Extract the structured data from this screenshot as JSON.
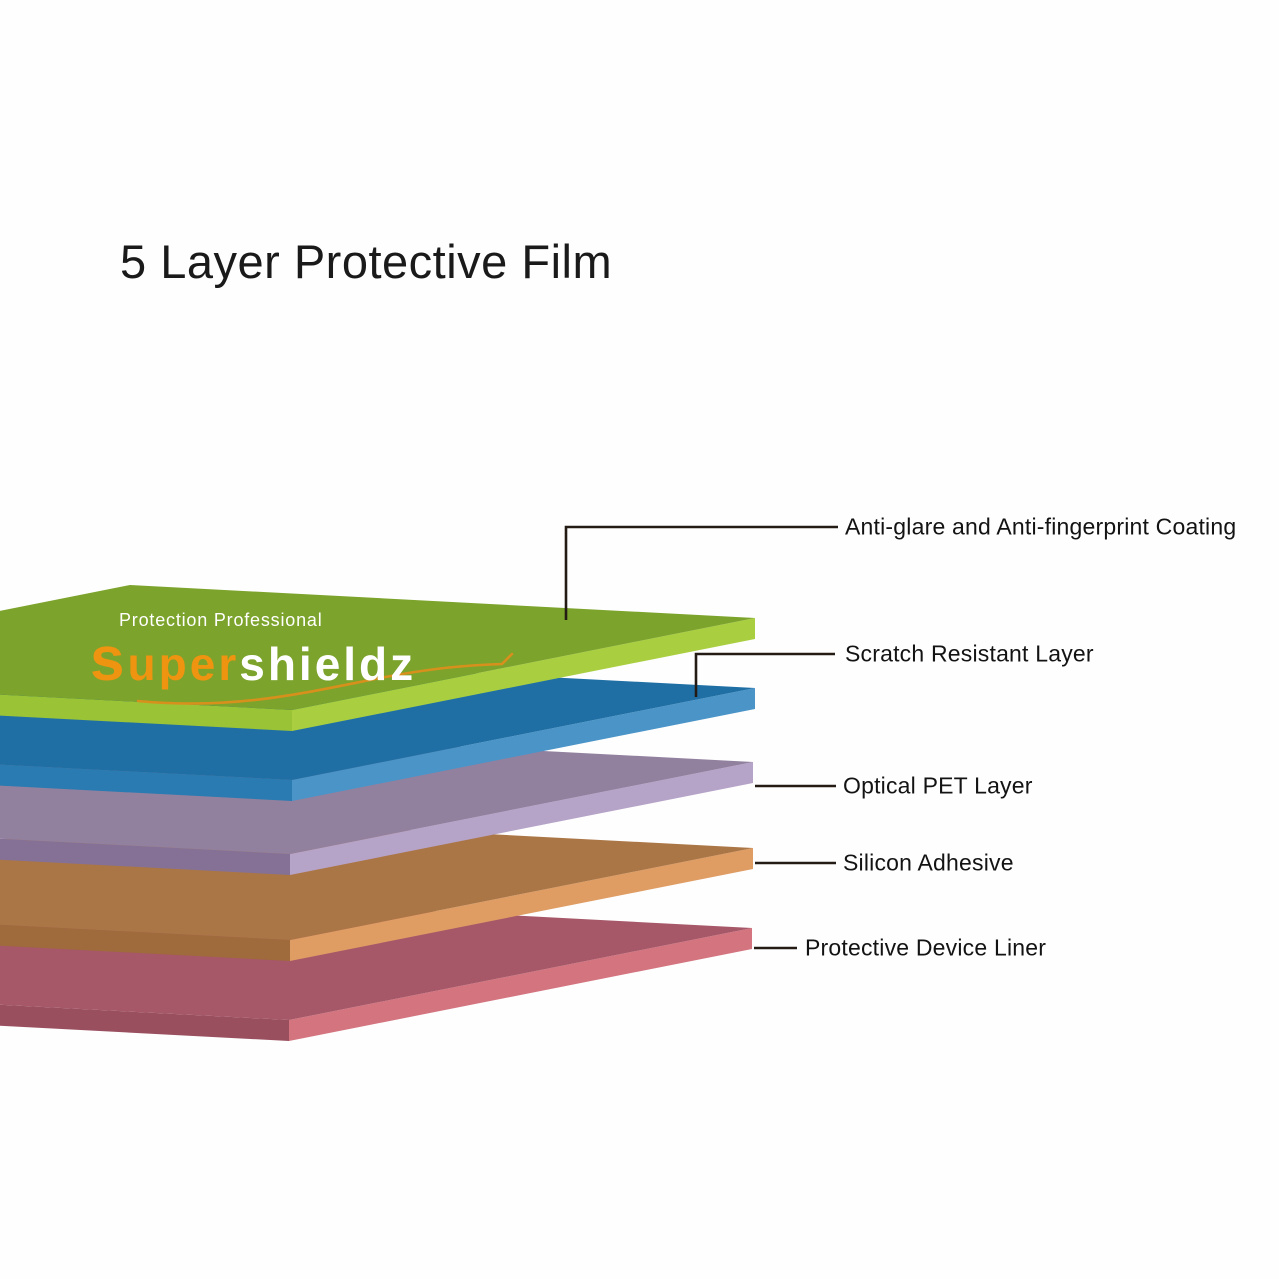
{
  "title": "5 Layer Protective Film",
  "logo": {
    "tagline": "Protection Professional",
    "brand_super": "super",
    "brand_shieldz": "shieldz",
    "super_color": "#ee9410",
    "shieldz_color": "#ffffff",
    "swoosh_color": "#d8901d"
  },
  "callout_line_color": "#241c14",
  "layers": [
    {
      "label": "Anti-glare and Anti-fingerprint Coating",
      "colors": {
        "top": "#7ca32b",
        "left": "#9ac336",
        "right": "#a9cf40"
      }
    },
    {
      "label": "Scratch Resistant Layer",
      "colors": {
        "top": "#1f6fa5",
        "left": "#2a7bb1",
        "right": "#4a94c8"
      }
    },
    {
      "label": "Optical PET Layer",
      "colors": {
        "top": "#92809f",
        "left": "#857195",
        "right": "#b6a3c8"
      }
    },
    {
      "label": "Silicon Adhesive",
      "colors": {
        "top": "#ab7646",
        "left": "#9f6a3c",
        "right": "#df9c63"
      }
    },
    {
      "label": "Protective Device Liner",
      "colors": {
        "top": "#a65768",
        "left": "#9a4f5f",
        "right": "#d3747f"
      }
    }
  ]
}
